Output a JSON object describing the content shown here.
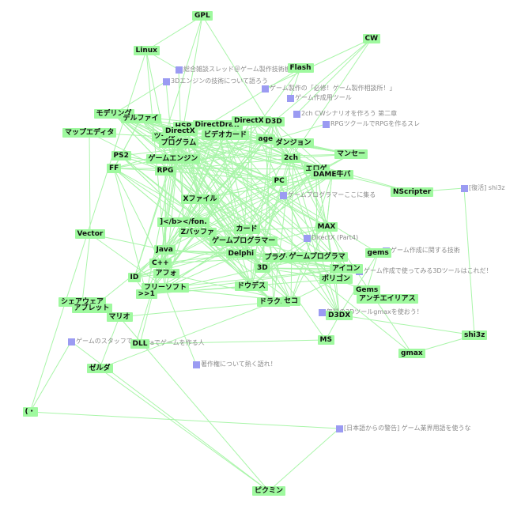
{
  "colors": {
    "edge": "#a9f5a9",
    "keyword_bg": "#9ff99f",
    "thread_marker": "#9b9bf2",
    "thread_text": "#8a8a8a"
  },
  "keywords": [
    {
      "id": "gpl",
      "label": "GPL"
    },
    {
      "id": "cw",
      "label": "CW"
    },
    {
      "id": "linux",
      "label": "Linux"
    },
    {
      "id": "flash",
      "label": "Flash"
    },
    {
      "id": "modeling",
      "label": "モデリング"
    },
    {
      "id": "delphi_small",
      "label": "デルファイ"
    },
    {
      "id": "hsp",
      "label": "HSP"
    },
    {
      "id": "directdraw",
      "label": "DirectDraw"
    },
    {
      "id": "directx8",
      "label": "DirectX8"
    },
    {
      "id": "d3d",
      "label": "D3D"
    },
    {
      "id": "tool",
      "label": "ツール"
    },
    {
      "id": "directx",
      "label": "DirectX"
    },
    {
      "id": "videocard",
      "label": "ビデオカード"
    },
    {
      "id": "ageha",
      "label": "age"
    },
    {
      "id": "mapeditor",
      "label": "マップエディタ"
    },
    {
      "id": "program",
      "label": "プログラム"
    },
    {
      "id": "dungeon",
      "label": "ダンジョン"
    },
    {
      "id": "ps2",
      "label": "PS2"
    },
    {
      "id": "gameengine",
      "label": "ゲームエンジン"
    },
    {
      "id": "ni2ch",
      "label": "2ch"
    },
    {
      "id": "manser",
      "label": "マンセー"
    },
    {
      "id": "ff",
      "label": "FF"
    },
    {
      "id": "rpg",
      "label": "RPG"
    },
    {
      "id": "erogame",
      "label": "エロゲ"
    },
    {
      "id": "baiba",
      "label": "DAME牛バ"
    },
    {
      "id": "pc",
      "label": "PC"
    },
    {
      "id": "nscripter",
      "label": "NScripter"
    },
    {
      "id": "xfile",
      "label": "Xファイル"
    },
    {
      "id": "font",
      "label": "]</b></fon."
    },
    {
      "id": "max",
      "label": "MAX"
    },
    {
      "id": "vector",
      "label": "Vector"
    },
    {
      "id": "zbuffer",
      "label": "Zバッファ"
    },
    {
      "id": "card",
      "label": "カード"
    },
    {
      "id": "gameprogrammer",
      "label": "ゲームプログラマー"
    },
    {
      "id": "java",
      "label": "Java"
    },
    {
      "id": "gems",
      "label": "gems"
    },
    {
      "id": "delphi",
      "label": "Delphi"
    },
    {
      "id": "plugin",
      "label": "プラグイン"
    },
    {
      "id": "gameprogram",
      "label": "ゲームプログラマ"
    },
    {
      "id": "cpp",
      "label": "C++"
    },
    {
      "id": "icon",
      "label": "アイコン"
    },
    {
      "id": "threed",
      "label": "3D"
    },
    {
      "id": "aho",
      "label": "アフォ"
    },
    {
      "id": "id",
      "label": "ID"
    },
    {
      "id": "polygon",
      "label": "ポリゴン"
    },
    {
      "id": "freesoft",
      "label": "フリーソフト"
    },
    {
      "id": "doudesu",
      "label": "ドウデス"
    },
    {
      "id": "gt1",
      "label": ">>1"
    },
    {
      "id": "gems2",
      "label": "Gems"
    },
    {
      "id": "antialias",
      "label": "アンチエイリアス"
    },
    {
      "id": "shareware",
      "label": "シェアウェア"
    },
    {
      "id": "applet",
      "label": "アプレット"
    },
    {
      "id": "dragon",
      "label": "ドラクエ"
    },
    {
      "id": "sego",
      "label": "セコ"
    },
    {
      "id": "d3dx",
      "label": "D3DX"
    },
    {
      "id": "mario",
      "label": "マリオ"
    },
    {
      "id": "shi3z",
      "label": "shi3z"
    },
    {
      "id": "dll",
      "label": "DLL"
    },
    {
      "id": "ms",
      "label": "MS"
    },
    {
      "id": "gmax",
      "label": "gmax"
    },
    {
      "id": "zelda",
      "label": "ゼルダ"
    },
    {
      "id": "paren",
      "label": "(・"
    },
    {
      "id": "pikmin",
      "label": "ピクミン"
    }
  ],
  "threads": [
    {
      "id": "t1",
      "label": "総合雑談スレッド＠ゲーム製作技術板"
    },
    {
      "id": "t2",
      "label": "3Dエンジンの技術について語ろう"
    },
    {
      "id": "t3",
      "label": "ゲーム製作の「必修！ゲーム製作相談所！」"
    },
    {
      "id": "t4",
      "label": "ゲーム作成用ツール"
    },
    {
      "id": "t5",
      "label": "2ch CWシナリオを作ろう 第二章"
    },
    {
      "id": "t6",
      "label": "RPGツクールでRPGを作るスレ"
    },
    {
      "id": "t7",
      "label": "ゲームプログラマーここに集る"
    },
    {
      "id": "t8",
      "label": "DirectX (Part4)"
    },
    {
      "id": "t9",
      "label": "ゲーム作成に関する技術"
    },
    {
      "id": "t10",
      "label": "ゲーム作成で使ってみる3Dツールはこれだ！"
    },
    {
      "id": "t11",
      "label": "無料の3Dツールgmaxを使おう！"
    },
    {
      "id": "t12",
      "label": "Javaでゲームを作る人"
    },
    {
      "id": "t13",
      "label": "著作権について熱く語れ！"
    },
    {
      "id": "t14",
      "label": "[日本語からの警告] ゲーム業界用語を使うな"
    },
    {
      "id": "t15",
      "label": "[復活] shi3z"
    },
    {
      "id": "t16",
      "label": "ゲームのスタッフで"
    }
  ],
  "edges": [
    [
      "gpl",
      "linux"
    ],
    [
      "gpl",
      "hsp"
    ],
    [
      "gpl",
      "ni2ch"
    ],
    [
      "gpl",
      "tool"
    ],
    [
      "cw",
      "ni2ch"
    ],
    [
      "cw",
      "d3d"
    ],
    [
      "cw",
      "t3"
    ],
    [
      "linux",
      "tool"
    ],
    [
      "linux",
      "java"
    ],
    [
      "linux",
      "t1"
    ],
    [
      "flash",
      "t4"
    ],
    [
      "flash",
      "program"
    ],
    [
      "flash",
      "java"
    ],
    [
      "modeling",
      "threed"
    ],
    [
      "modeling",
      "max"
    ],
    [
      "modeling",
      "gmax"
    ],
    [
      "modeling",
      "t2"
    ],
    [
      "mapeditor",
      "rpg"
    ],
    [
      "mapeditor",
      "tool"
    ],
    [
      "mapeditor",
      "vector"
    ],
    [
      "ps2",
      "ff"
    ],
    [
      "ps2",
      "rpg"
    ],
    [
      "ps2",
      "dragon"
    ],
    [
      "ff",
      "dragon"
    ],
    [
      "ff",
      "rpg"
    ],
    [
      "rpg",
      "tool"
    ],
    [
      "rpg",
      "t6"
    ],
    [
      "rpg",
      "xfile"
    ],
    [
      "nscripter",
      "ni2ch"
    ],
    [
      "nscripter",
      "erogame"
    ],
    [
      "nscripter",
      "t15"
    ],
    [
      "vector",
      "freesoft"
    ],
    [
      "vector",
      "shareware"
    ],
    [
      "vector",
      "java"
    ],
    [
      "max",
      "threed"
    ],
    [
      "max",
      "gmax"
    ],
    [
      "max",
      "modeling"
    ],
    [
      "gems",
      "d3dx"
    ],
    [
      "gems",
      "gems2"
    ],
    [
      "gems",
      "directx"
    ],
    [
      "java",
      "applet"
    ],
    [
      "java",
      "delphi"
    ],
    [
      "java",
      "cpp"
    ],
    [
      "delphi",
      "cpp"
    ],
    [
      "delphi",
      "delphi_small"
    ],
    [
      "cpp",
      "dll"
    ],
    [
      "cpp",
      "directx"
    ],
    [
      "dll",
      "ms"
    ],
    [
      "ms",
      "d3dx"
    ],
    [
      "ms",
      "directx"
    ],
    [
      "d3dx",
      "directx8"
    ],
    [
      "gmax",
      "shi3z"
    ],
    [
      "shi3z",
      "t15"
    ],
    [
      "shi3z",
      "t11"
    ],
    [
      "zelda",
      "mario"
    ],
    [
      "zelda",
      "dragon"
    ],
    [
      "mario",
      "dragon"
    ],
    [
      "paren",
      "t16"
    ],
    [
      "paren",
      "t14"
    ],
    [
      "paren",
      "linux"
    ],
    [
      "pikmin",
      "zelda"
    ],
    [
      "pikmin",
      "mario"
    ],
    [
      "pikmin",
      "t14"
    ],
    [
      "pikmin",
      "t16"
    ],
    [
      "directx",
      "directdraw"
    ],
    [
      "directx",
      "d3d"
    ],
    [
      "directx",
      "directx8"
    ],
    [
      "directx",
      "videocard"
    ],
    [
      "xfile",
      "threed"
    ],
    [
      "xfile",
      "directx"
    ],
    [
      "zbuffer",
      "threed"
    ],
    [
      "zbuffer",
      "polygon"
    ],
    [
      "polygon",
      "threed"
    ],
    [
      "polygon",
      "antialias"
    ],
    [
      "antialias",
      "gems2"
    ],
    [
      "icon",
      "freesoft"
    ],
    [
      "icon",
      "plugin"
    ],
    [
      "plugin",
      "delphi"
    ],
    [
      "gameprogram",
      "gameprogrammer"
    ],
    [
      "gameprogrammer",
      "t7"
    ],
    [
      "card",
      "videocard"
    ],
    [
      "erogame",
      "baiba"
    ],
    [
      "dungeon",
      "rpg"
    ],
    [
      "gameengine",
      "t2"
    ],
    [
      "gameengine",
      "threed"
    ],
    [
      "program",
      "gameprogrammer"
    ],
    [
      "aho",
      "id"
    ],
    [
      "aho",
      "gt1"
    ],
    [
      "id",
      "gt1"
    ],
    [
      "sego",
      "dragon"
    ],
    [
      "doudesu",
      "gt1"
    ],
    [
      "manser",
      "ni2ch"
    ],
    [
      "ageha",
      "ni2ch"
    ],
    [
      "ageha",
      "aho"
    ],
    [
      "font",
      "t1"
    ],
    [
      "t9",
      "gems"
    ],
    [
      "t10",
      "threed"
    ],
    [
      "t12",
      "java"
    ],
    [
      "t13",
      "freesoft"
    ],
    [
      "t8",
      "directx"
    ],
    [
      "t5",
      "cw"
    ]
  ]
}
